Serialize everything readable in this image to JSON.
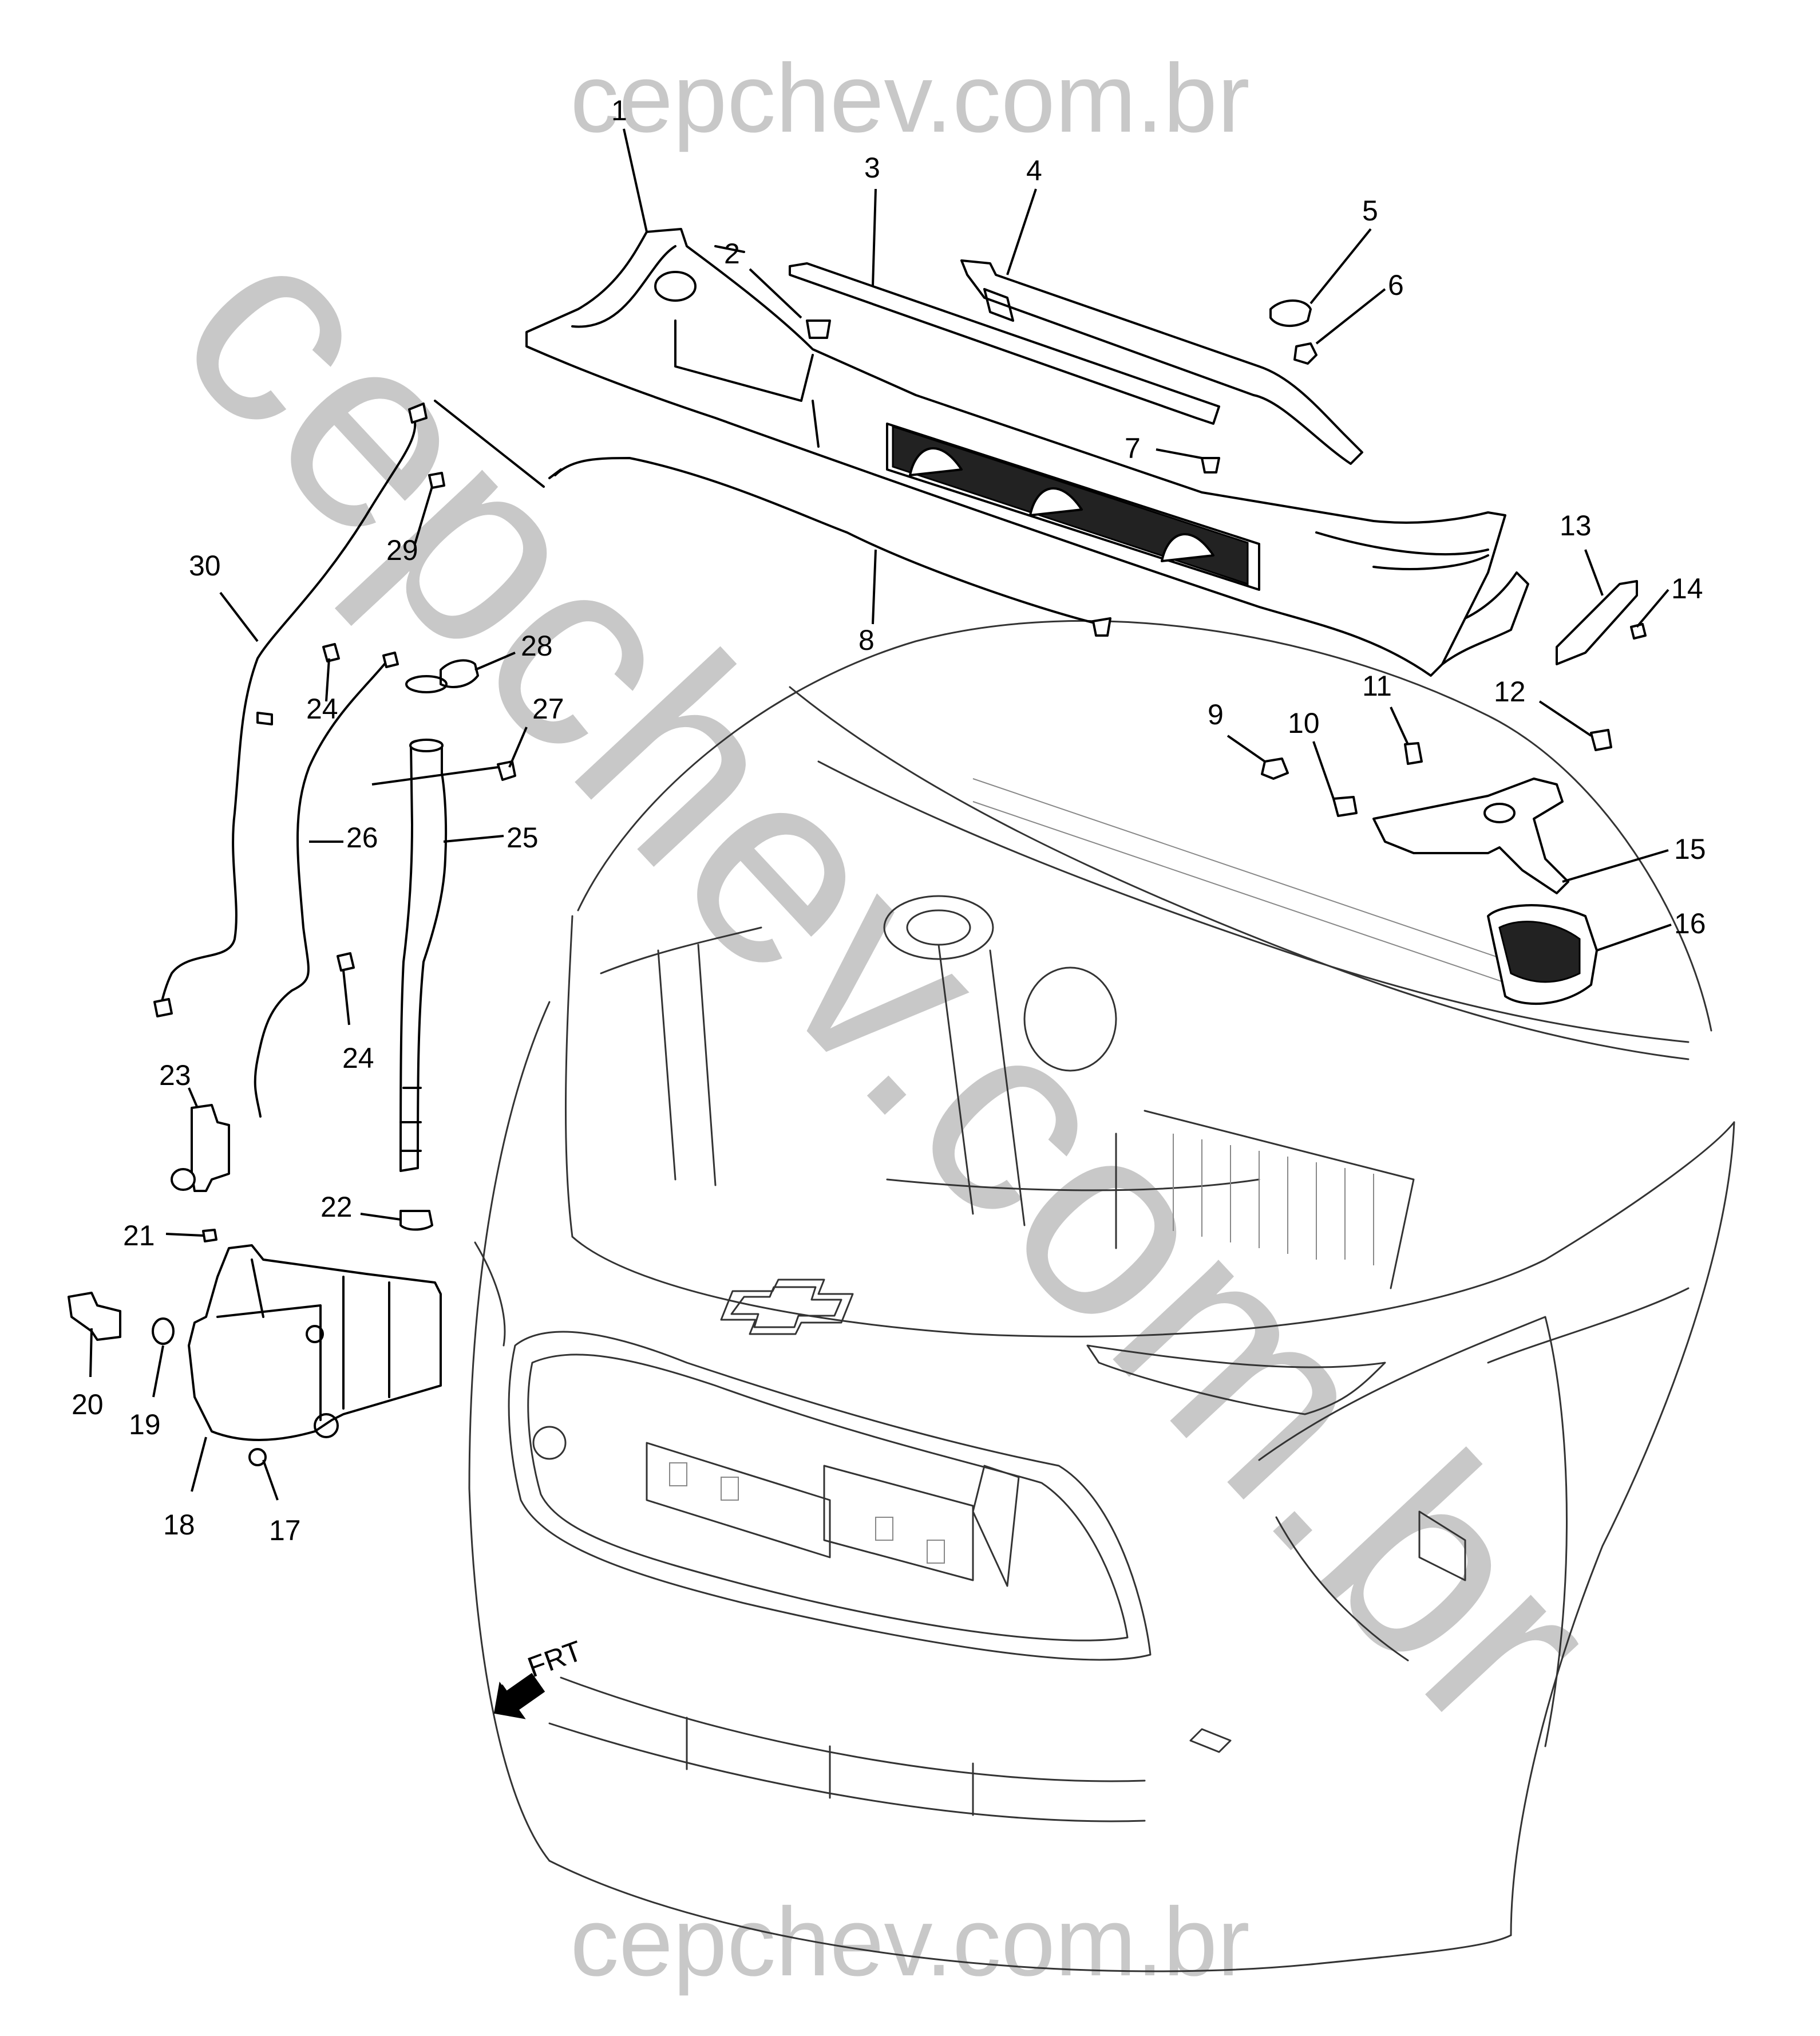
{
  "watermark": {
    "top": "cepchev.com.br",
    "bottom": "cepchev.com.br",
    "diagonal": "cepchev.com.br"
  },
  "direction_label": "FRT",
  "callouts": [
    {
      "id": "c1",
      "label": "1"
    },
    {
      "id": "c2",
      "label": "2"
    },
    {
      "id": "c3",
      "label": "3"
    },
    {
      "id": "c4",
      "label": "4"
    },
    {
      "id": "c5",
      "label": "5"
    },
    {
      "id": "c6",
      "label": "6"
    },
    {
      "id": "c7",
      "label": "7"
    },
    {
      "id": "c8",
      "label": "8"
    },
    {
      "id": "c9",
      "label": "9"
    },
    {
      "id": "c10",
      "label": "10"
    },
    {
      "id": "c11",
      "label": "11"
    },
    {
      "id": "c12",
      "label": "12"
    },
    {
      "id": "c13",
      "label": "13"
    },
    {
      "id": "c14",
      "label": "14"
    },
    {
      "id": "c15",
      "label": "15"
    },
    {
      "id": "c16",
      "label": "16"
    },
    {
      "id": "c17",
      "label": "17"
    },
    {
      "id": "c18",
      "label": "18"
    },
    {
      "id": "c19",
      "label": "19"
    },
    {
      "id": "c20",
      "label": "20"
    },
    {
      "id": "c21",
      "label": "21"
    },
    {
      "id": "c22",
      "label": "22"
    },
    {
      "id": "c23",
      "label": "23"
    },
    {
      "id": "c24a",
      "label": "24"
    },
    {
      "id": "c24b",
      "label": "24"
    },
    {
      "id": "c25",
      "label": "25"
    },
    {
      "id": "c26",
      "label": "26"
    },
    {
      "id": "c27",
      "label": "27"
    },
    {
      "id": "c28",
      "label": "28"
    },
    {
      "id": "c29",
      "label": "29"
    },
    {
      "id": "c30",
      "label": "30"
    }
  ]
}
